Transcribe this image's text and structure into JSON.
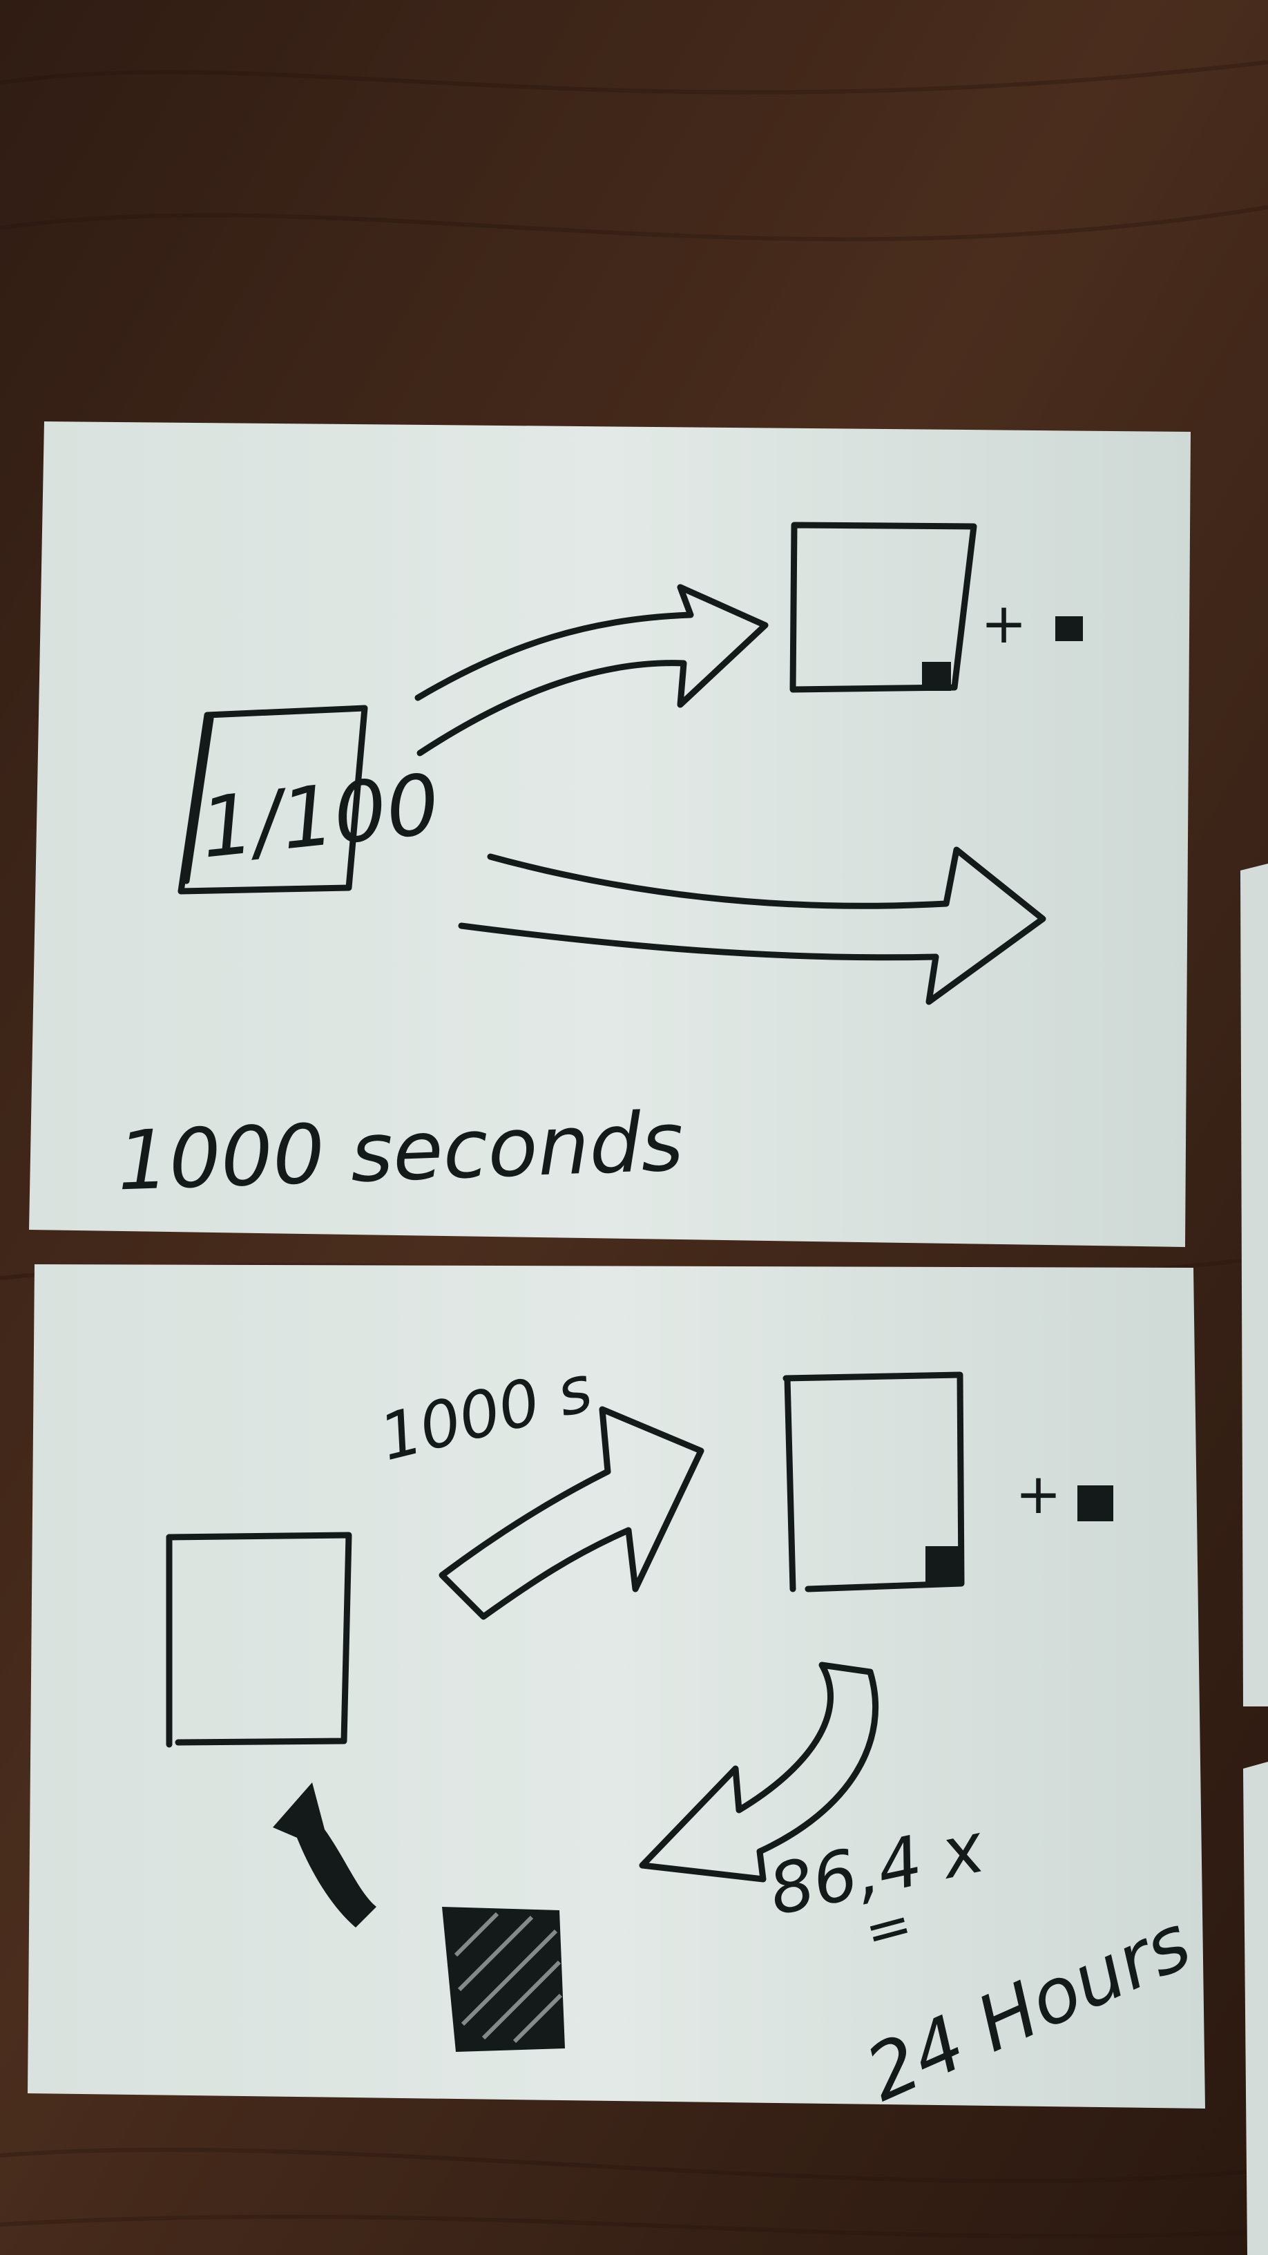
{
  "photo": {
    "table_color": "#3b2418",
    "paper_color": "#dfe7e3",
    "ink_color": "#141a1a"
  },
  "card_top": {
    "box_label": "1/100",
    "caption": "1000 seconds",
    "plus_sign": "+"
  },
  "card_bottom": {
    "arrow_label": "1000 s",
    "multiplier": "86,4 x",
    "equals": "=",
    "result": "24 Hours",
    "plus_sign": "+"
  }
}
